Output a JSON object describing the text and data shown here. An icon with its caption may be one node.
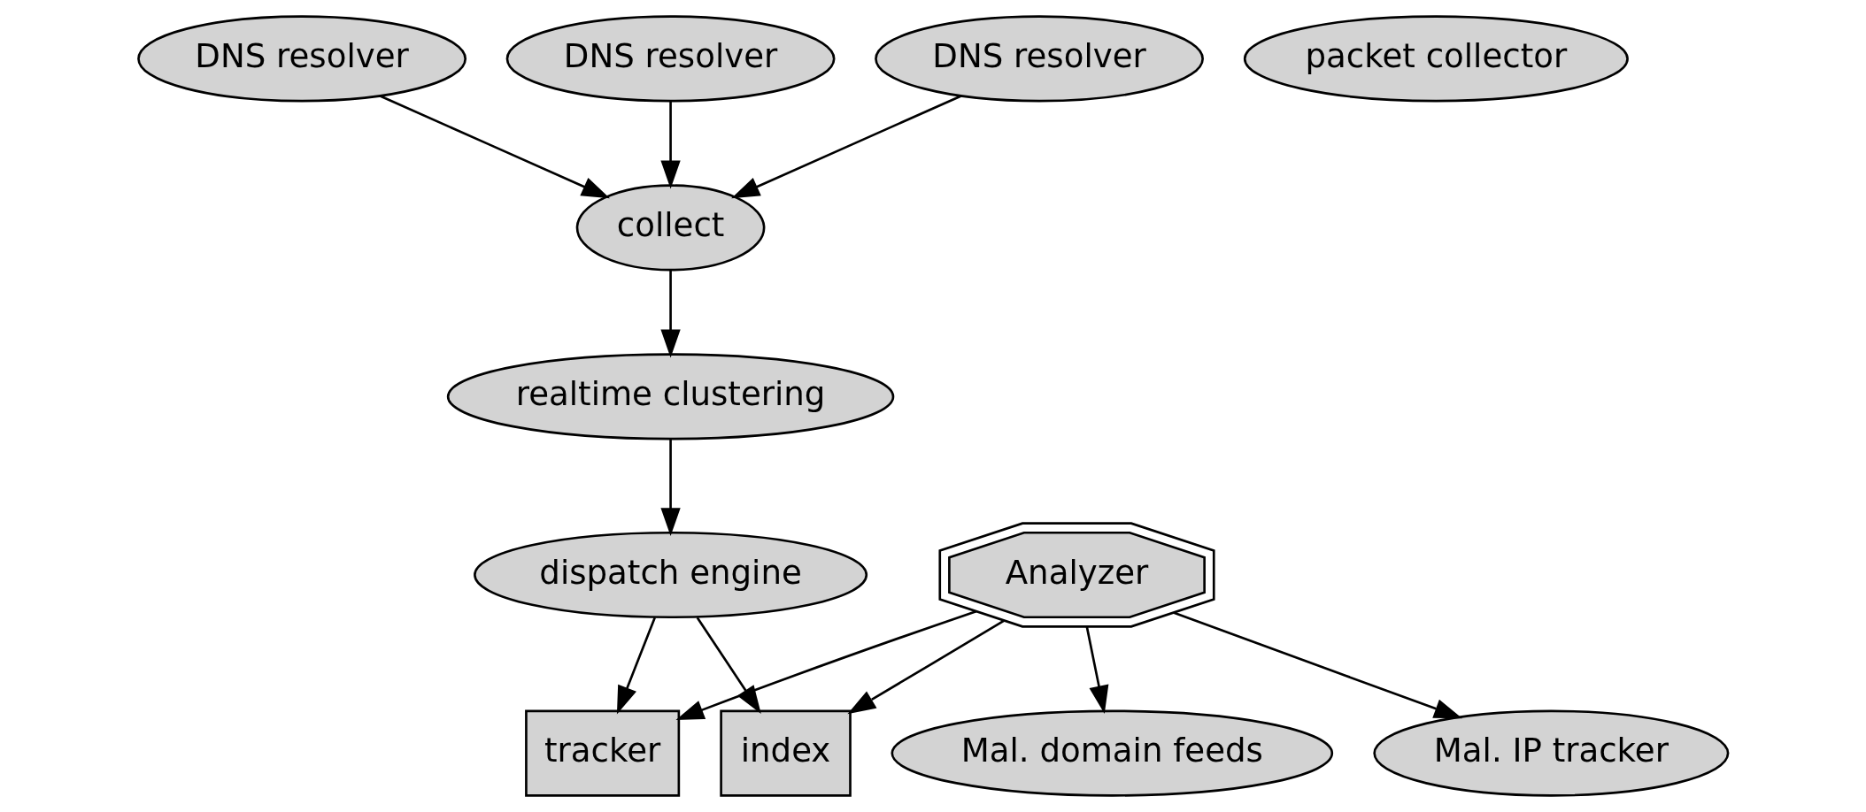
{
  "diagram": {
    "nodes": [
      {
        "text": [
          "DNS resolver"
        ]
      },
      {
        "text": [
          "DNS resolver"
        ]
      },
      {
        "text": [
          "DNS resolver"
        ]
      },
      {
        "text": [
          "packet collector"
        ]
      },
      {
        "text": [
          "collect"
        ]
      },
      {
        "text": [
          "realtime clustering"
        ]
      },
      {
        "text": [
          "dispatch engine"
        ]
      },
      {
        "text": [
          "Analyzer"
        ]
      },
      {
        "text": [
          "tracker"
        ]
      },
      {
        "text": [
          "index"
        ]
      },
      {
        "text": [
          "Mal. domain feeds"
        ]
      },
      {
        "text": [
          "Mal. IP tracker"
        ]
      }
    ],
    "edges": [
      {
        "from": 0,
        "to": 4,
        "arrow": "to"
      },
      {
        "from": 1,
        "to": 4,
        "arrow": "to"
      },
      {
        "from": 2,
        "to": 4,
        "arrow": "to"
      },
      {
        "from": 4,
        "to": 5,
        "arrow": "to"
      },
      {
        "from": 5,
        "to": 6,
        "arrow": "to"
      },
      {
        "from": 6,
        "to": 8,
        "arrow": "to"
      },
      {
        "from": 6,
        "to": 9,
        "arrow": "to"
      },
      {
        "from": 7,
        "to": 8,
        "arrow": "to"
      },
      {
        "from": 7,
        "to": 9,
        "arrow": "to"
      },
      {
        "from": 7,
        "to": 10,
        "arrow": "to"
      },
      {
        "from": 7,
        "to": 11,
        "arrow": "to"
      }
    ]
  }
}
